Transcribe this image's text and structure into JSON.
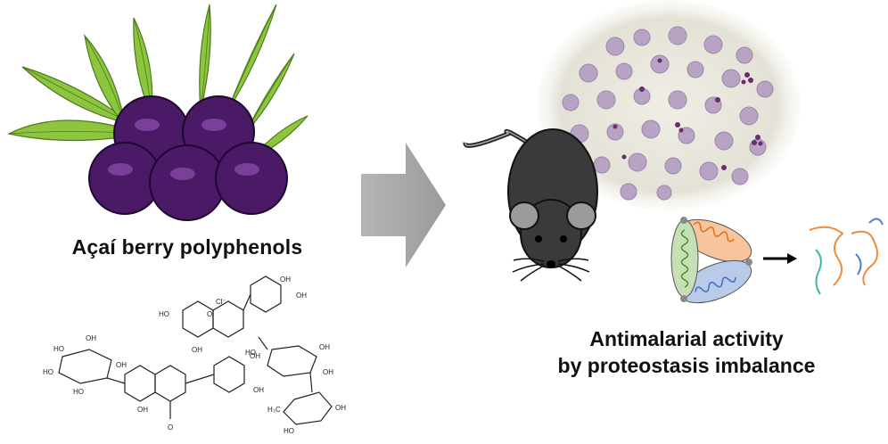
{
  "left_panel": {
    "title": "Açaí berry polyphenols",
    "berry_color": "#4a1a66",
    "leaf_color": "#8cc63f"
  },
  "right_panel": {
    "title_line1": "Antimalarial activity",
    "title_line2": "by proteostasis imbalance"
  },
  "arrow": {
    "color": "#a9a9a9"
  },
  "structure_labels": {
    "ho_1": "HO",
    "oh_1": "OH",
    "oh_2": "OH",
    "oh_3": "OH",
    "cl": "Cl⁻",
    "o_plus": "O",
    "ho_2": "HO",
    "oh_4": "OH",
    "oh_5": "OH",
    "oh_6": "OH",
    "ho_3": "HO",
    "oh_7": "OH",
    "oh_8": "OH",
    "oh_9": "OH",
    "ho_4": "HO",
    "ho_5": "HO",
    "o_1": "O",
    "oh_10": "OH",
    "h3c": "H₃C",
    "oh_11": "OH",
    "ho_6": "HO"
  }
}
